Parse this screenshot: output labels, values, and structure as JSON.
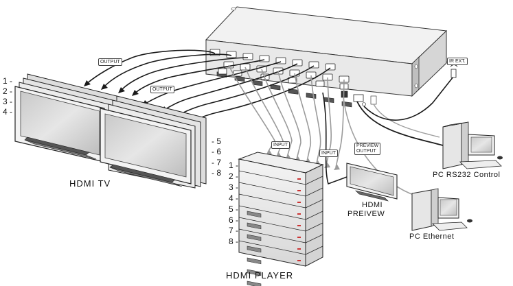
{
  "tags": {
    "output_top": "OUTPUT",
    "output_mid": "OUTPUT",
    "input_left": "INPUT",
    "input_right": "INPUT",
    "preview_output_line1": "PREVIEW",
    "preview_output_line2": "OUTPUT",
    "ir_ext": "IR EXT."
  },
  "labels": {
    "hdmi_tv": "HDMI  TV",
    "hdmi_player": "HDMI PLAYER",
    "hdmi_preview_line1": "HDMI",
    "hdmi_preview_line2": "PREIVEW",
    "pc_rs232": "PC  RS232  Control",
    "pc_ethernet": "PC  Ethernet"
  },
  "tv_numbers_left": [
    "1 -",
    "2 -",
    "3 -",
    "4 -"
  ],
  "tv_numbers_right": [
    "- 5",
    "- 6",
    "- 7",
    "- 8"
  ],
  "player_numbers": [
    "1 -",
    "2 -",
    "3 -",
    "4 -",
    "5 -",
    "6 -",
    "7 -",
    "8 -"
  ]
}
